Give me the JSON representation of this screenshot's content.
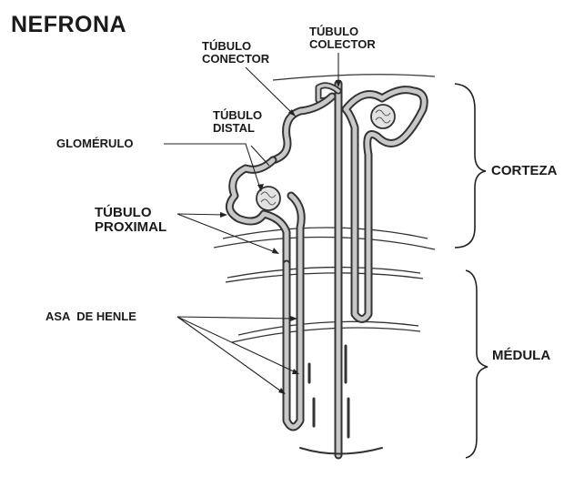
{
  "title": "NEFRONA",
  "labels": {
    "tubulo_conector": [
      "TÚBULO",
      "CONECTOR"
    ],
    "tubulo_colector": [
      "TÚBULO",
      "COLECTOR"
    ],
    "tubulo_distal": [
      "TÚBULO",
      "DISTAL"
    ],
    "glomerulo": "GLOMÉRULO",
    "tubulo_proximal": [
      "TÚBULO",
      "PROXIMAL"
    ],
    "asa_de_henle": "ASA  DE HENLE"
  },
  "regions": {
    "corteza": "CORTEZA",
    "medula": "MÉDULA"
  },
  "colors": {
    "text": "#1a1a1a",
    "line": "#333333",
    "tubule_fill": "#c8c8c8"
  }
}
